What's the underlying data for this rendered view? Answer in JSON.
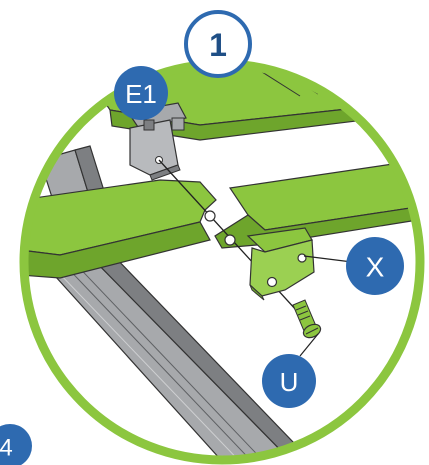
{
  "step": {
    "number": "1"
  },
  "callouts": {
    "bracket": "E1",
    "plate": "X",
    "screw": "U",
    "partial_page_number": "4"
  },
  "colors": {
    "rail_green": "#8cc63f",
    "rail_green_dark": "#6ea52c",
    "frame_gray": "#a7a9ac",
    "frame_gray_dark": "#7d7f82",
    "callout_blue": "#2e6ab0",
    "circle_border": "#8cc63f",
    "outline": "#333333"
  }
}
